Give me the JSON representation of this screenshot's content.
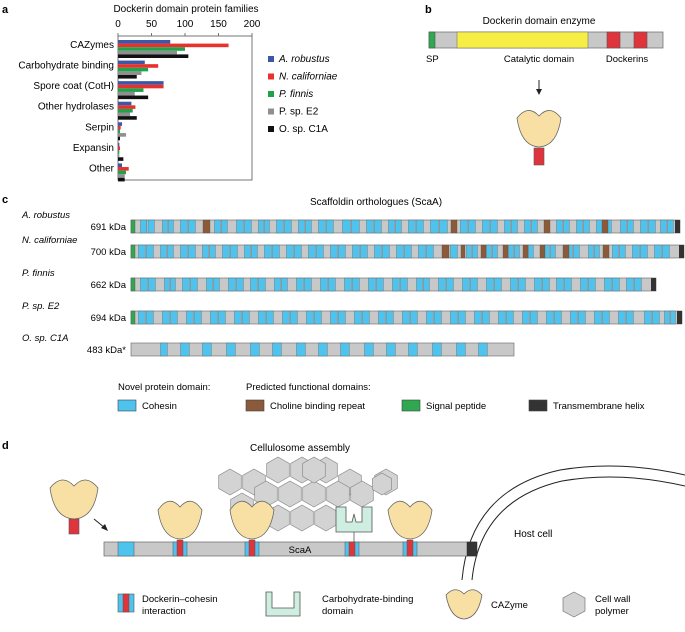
{
  "panels": {
    "a": "a",
    "b": "b",
    "c": "c",
    "d": "d"
  },
  "chart_data": {
    "type": "bar",
    "orientation": "horizontal",
    "title": "Dockerin domain protein families",
    "xlim": [
      0,
      200
    ],
    "xticks": [
      "0",
      "50",
      "100",
      "150",
      "200"
    ],
    "categories": [
      "CAZymes",
      "Carbohydrate binding",
      "Spore coat (CotH)",
      "Other hydrolases",
      "Serpin",
      "Expansin",
      "Other"
    ],
    "series": [
      {
        "name": "A. robustus",
        "italic": true,
        "color": "#3b57a6",
        "values": [
          78,
          40,
          68,
          20,
          6,
          2,
          6
        ]
      },
      {
        "name": "N. californiae",
        "italic": true,
        "color": "#e8302c",
        "values": [
          165,
          60,
          68,
          26,
          4,
          3,
          16
        ]
      },
      {
        "name": "P. finnis",
        "italic": true,
        "color": "#1fa34a",
        "values": [
          100,
          45,
          38,
          22,
          3,
          2,
          12
        ]
      },
      {
        "name": "P. sp. E2",
        "italic": false,
        "color": "#8f8f8f",
        "values": [
          88,
          35,
          25,
          18,
          12,
          2,
          10
        ]
      },
      {
        "name": "O. sp. C1A",
        "italic": false,
        "color": "#111111",
        "values": [
          105,
          28,
          45,
          28,
          3,
          8,
          10
        ]
      }
    ],
    "legend_position": "right"
  },
  "panel_b": {
    "title": "Dockerin domain enzyme",
    "labels": {
      "sp": "SP",
      "catalytic": "Catalytic domain",
      "dockerins": "Dockerins"
    }
  },
  "panel_c": {
    "title": "Scaffoldin orthologues (ScaA)",
    "proteins": [
      {
        "organism": "A. robustus",
        "size": "691 kDa"
      },
      {
        "organism": "N. californiae",
        "size": "700 kDa"
      },
      {
        "organism": "P. finnis",
        "size": "662 kDa"
      },
      {
        "organism": "P. sp. E2",
        "size": "694 kDa"
      },
      {
        "organism": "O. sp. C1A",
        "size": "483 kDa*"
      }
    ],
    "legend": {
      "novel_header": "Novel protein domain:",
      "predicted_header": "Predicted functional domains:",
      "cohesin": "Cohesin",
      "choline": "Choline binding repeat",
      "signal": "Signal peptide",
      "transmembrane": "Transmembrane helix"
    }
  },
  "panel_d": {
    "title": "Cellulosome assembly",
    "scaa_label": "ScaA",
    "host_cell": "Host cell",
    "legend": {
      "dockerin_cohesin": "Dockerin–cohesin interaction",
      "cbm": "Carbohydrate-binding domain",
      "cazyme": "CAZyme",
      "polymer": "Cell wall polymer"
    }
  },
  "colors": {
    "cohesin": "#4ec3ee",
    "choline": "#8a5a3a",
    "signal": "#2fa84f",
    "transmembrane": "#333333",
    "backbone": "#c8c8c8",
    "catalytic": "#f7ee45",
    "dockerin": "#e0343c",
    "cazyme": "#f8e0a4",
    "cbm": "#cdeee0",
    "polymer": "#d3d3d3"
  }
}
